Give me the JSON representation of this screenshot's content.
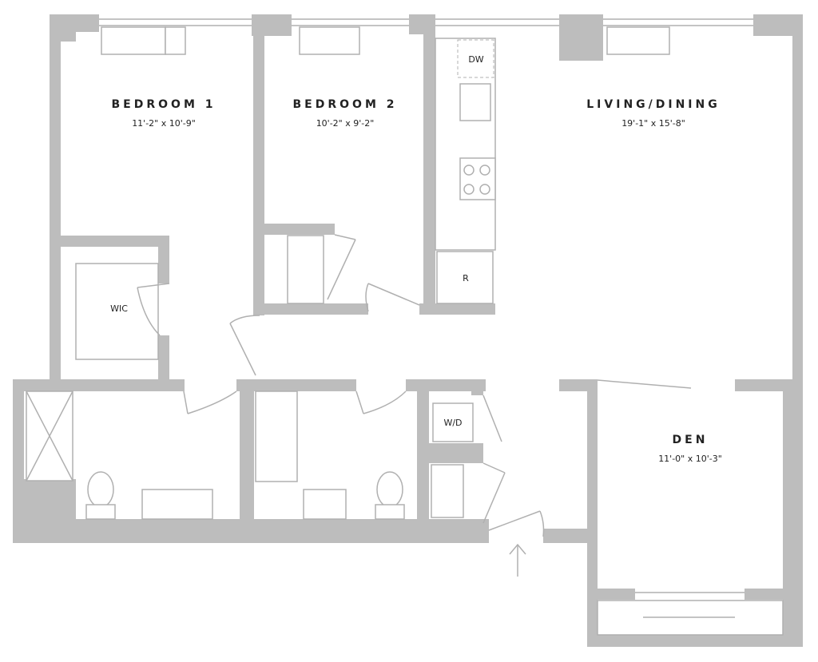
{
  "rooms": {
    "bedroom1": {
      "name": "BEDROOM 1",
      "dims": "11'-2\" x 10'-9\""
    },
    "bedroom2": {
      "name": "BEDROOM 2",
      "dims": "10'-2\" x 9'-2\""
    },
    "living": {
      "name": "LIVING/DINING",
      "dims": "19'-1\" x 15'-8\""
    },
    "den": {
      "name": "DEN",
      "dims": "11'-0\" x 10'-3\""
    }
  },
  "labels": {
    "wic": "WIC",
    "dishwasher": "DW",
    "refrigerator": "R",
    "washer_dryer": "W/D"
  },
  "colors": {
    "wall": "#bdbdbd",
    "fixture": "#b0b0b0",
    "text": "#222222"
  }
}
